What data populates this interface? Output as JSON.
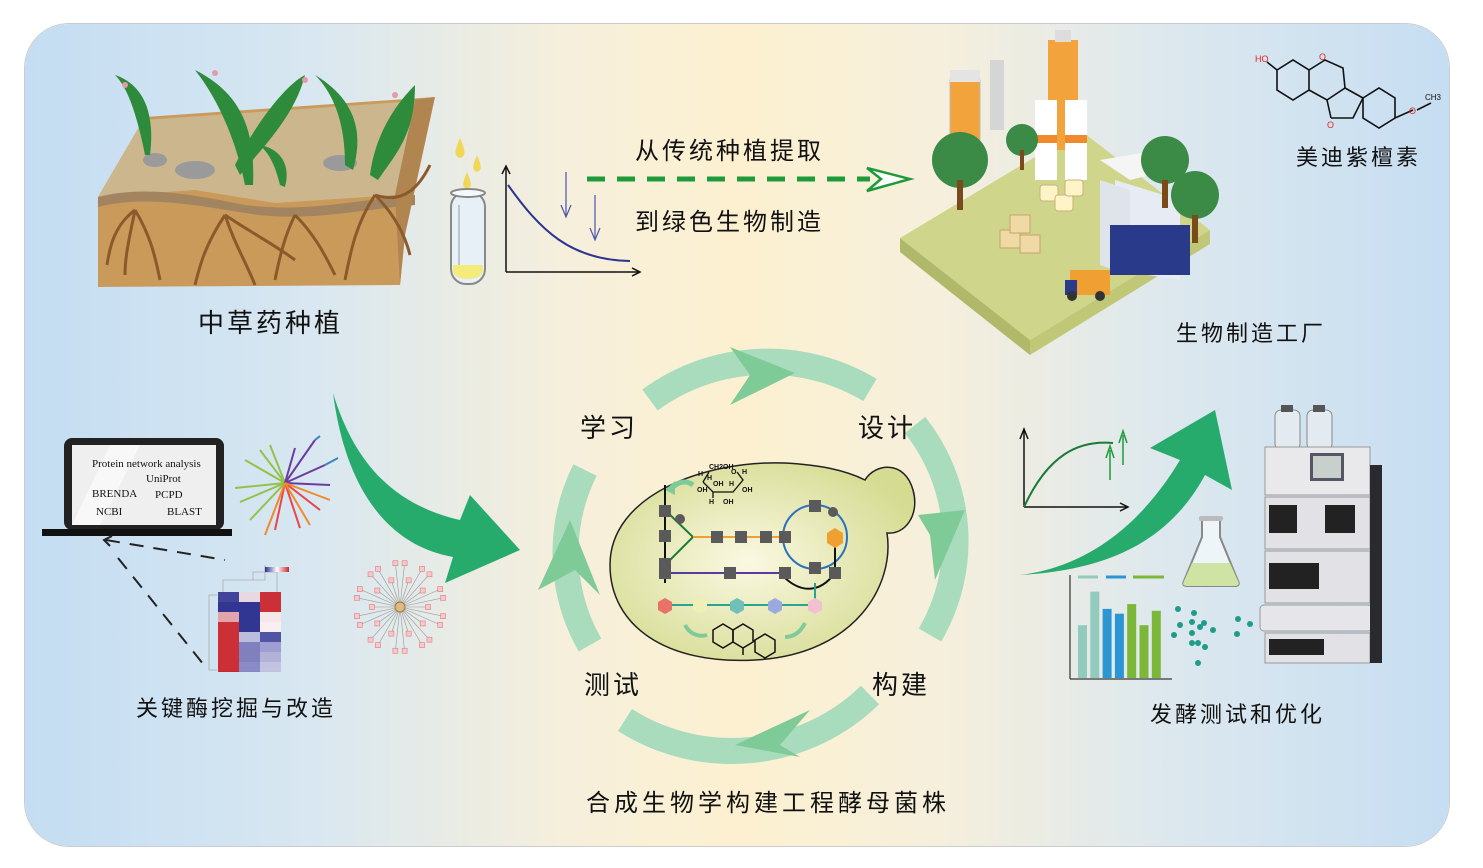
{
  "labels": {
    "herb_planting": "中草药种植",
    "transition_top": "从传统种植提取",
    "transition_bottom": "到绿色生物制造",
    "factory": "生物制造工厂",
    "compound": "美迪紫檀素",
    "enzyme_mining": "关键酶挖掘与改造",
    "cycle_learn": "学习",
    "cycle_design": "设计",
    "cycle_build": "构建",
    "cycle_test": "测试",
    "yeast_strain": "合成生物学构建工程酵母菌株",
    "fermentation": "发酵测试和优化"
  },
  "laptop": {
    "title": "Protein network analysis",
    "databases": [
      "UniProt",
      "BRENDA",
      "PCPD",
      "NCBI",
      "BLAST"
    ]
  },
  "molecule": {
    "atoms": [
      "HO",
      "O",
      "O",
      "O",
      "CH3"
    ]
  },
  "sugar": {
    "atoms": [
      "CH2OH",
      "H",
      "H",
      "OH",
      "O",
      "H",
      "H",
      "OH",
      "OH",
      "H",
      "OH"
    ]
  },
  "colors": {
    "arrow_green": "#27ab6d",
    "cycle_green": "#8fd0a8",
    "dash_green": "#1f9a3a",
    "decline_curve": "#2c3590",
    "growth_curve": "#1a7a3a",
    "yeast_fill": "#dfe3a6",
    "bar_teal": "#92cbbd",
    "bar_blue": "#2b96d3",
    "bar_green": "#7db73a",
    "dot_teal": "#1f9b8a"
  },
  "bar_chart": {
    "values": [
      0.55,
      0.9,
      0.72,
      0.67,
      0.77,
      0.55,
      0.7
    ],
    "series_colors": [
      "#92cbbd",
      "#92cbbd",
      "#2b96d3",
      "#2b96d3",
      "#7db73a",
      "#7db73a",
      "#7db73a"
    ]
  }
}
